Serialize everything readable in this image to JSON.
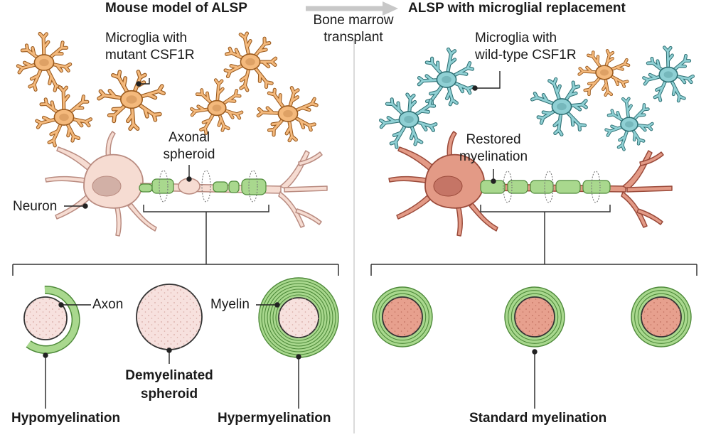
{
  "left_panel": {
    "title": "Mouse model of ALSP",
    "microglia_label_line1": "Microglia with",
    "microglia_label_line2": "mutant CSF1R",
    "spheroid_label_line1": "Axonal",
    "spheroid_label_line2": "spheroid",
    "neuron_label": "Neuron",
    "axon_label": "Axon",
    "myelin_label": "Myelin",
    "demyelinated_line1": "Demyelinated",
    "demyelinated_line2": "spheroid",
    "hypomyelination": "Hypomyelination",
    "hypermyelination": "Hypermyelination"
  },
  "transition": {
    "line1": "Bone marrow",
    "line2": "transplant"
  },
  "right_panel": {
    "title": "ALSP with microglial replacement",
    "microglia_label_line1": "Microglia with",
    "microglia_label_line2": "wild-type CSF1R",
    "restored_line1": "Restored",
    "restored_line2": "myelination",
    "standard": "Standard myelination"
  },
  "colors": {
    "mutant_microglia": "#f4b97c",
    "mutant_microglia_stroke": "#9a5a1e",
    "wt_microglia": "#8fd0d4",
    "wt_microglia_stroke": "#2d6f73",
    "neuron_left": "#f6dcd2",
    "neuron_right": "#e39a86",
    "myelin": "#a9d88e",
    "myelin_stroke": "#4e8a3a",
    "axon_core_left": "#f7e1de",
    "axon_core_right": "#e7a08e"
  }
}
